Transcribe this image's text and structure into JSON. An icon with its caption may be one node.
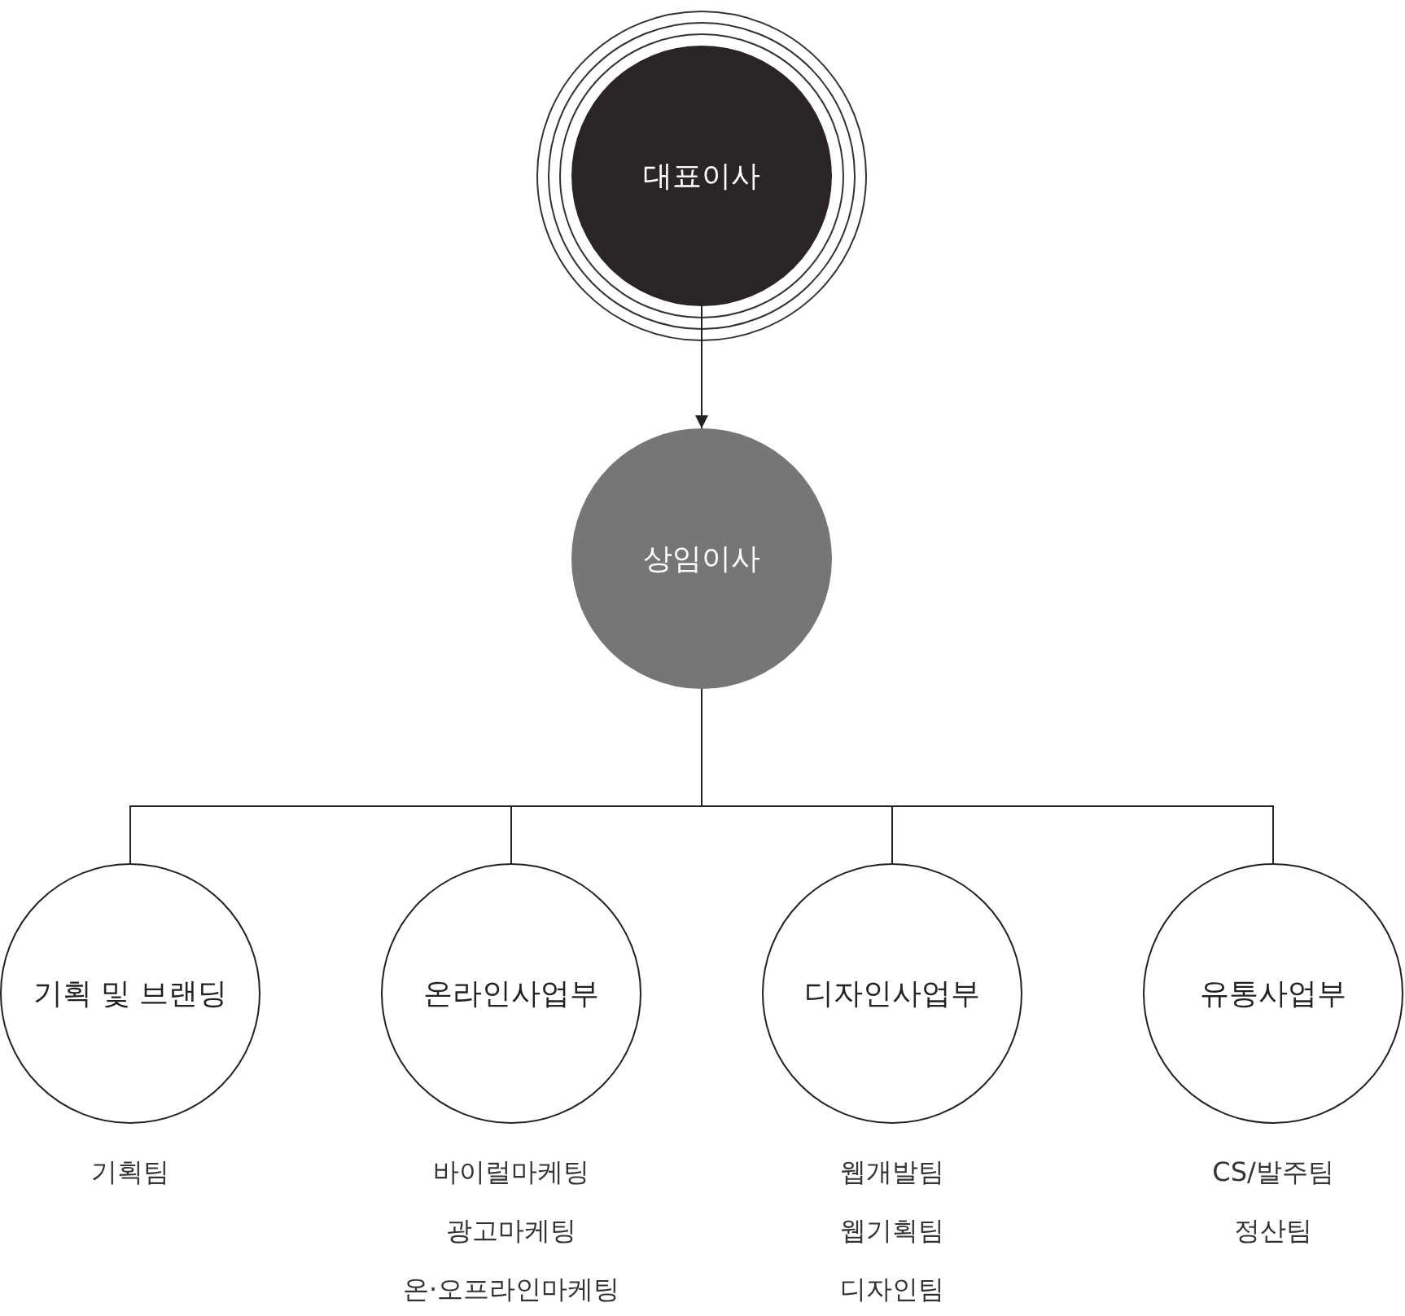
{
  "diagram": {
    "nodes": [
      {
        "text": [
          "대표이사"
        ]
      },
      {
        "text": [
          "상임이사"
        ]
      },
      {
        "text": [
          "기획 및 브랜딩"
        ],
        "beside": [
          "기획팀"
        ]
      },
      {
        "text": [
          "온라인사업부"
        ],
        "beside": [
          "바이럴마케팅",
          "광고마케팅",
          "온·오프라인마케팅"
        ]
      },
      {
        "text": [
          "디자인사업부"
        ],
        "beside": [
          "웹개발팀",
          "웹기획팀",
          "디자인팀"
        ]
      },
      {
        "text": [
          "유통사업부"
        ],
        "beside": [
          "CS/발주팀",
          "정산팀"
        ]
      }
    ],
    "edges": [
      {
        "from": 0,
        "to": 1,
        "arrow": "to"
      },
      {
        "from": 1,
        "to": 2,
        "arrow": "none"
      },
      {
        "from": 1,
        "to": 3,
        "arrow": "none"
      },
      {
        "from": 1,
        "to": 4,
        "arrow": "none"
      },
      {
        "from": 1,
        "to": 5,
        "arrow": "none"
      }
    ]
  }
}
